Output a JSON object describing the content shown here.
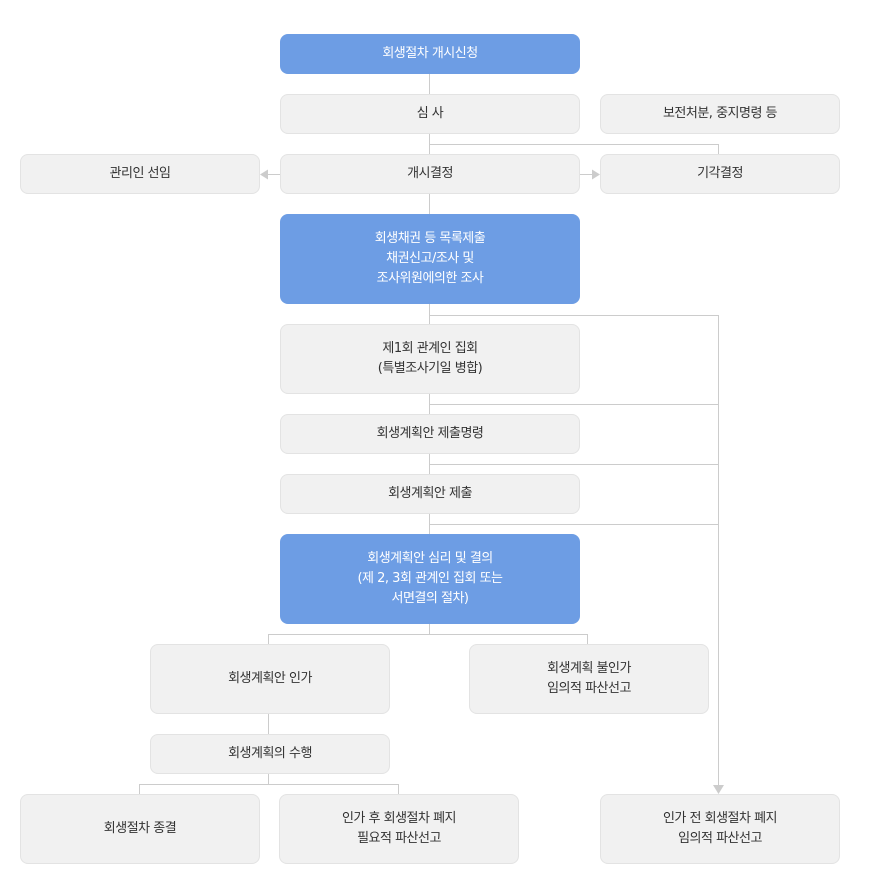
{
  "colors": {
    "primary_box": "#6d9de4",
    "secondary_box": "#f1f1f1",
    "connector": "#cccccc"
  },
  "nodes": {
    "filing": [
      "회생절차 개시신청"
    ],
    "review": [
      "심 사"
    ],
    "preservation": [
      "보전처분, 중지명령 등"
    ],
    "commencement": [
      "개시결정"
    ],
    "administrator": [
      "관리인 선임"
    ],
    "dismissal": [
      "기각결정"
    ],
    "claims": [
      "회생채권 등 목록제출",
      "채권신고/조사 및",
      "조사위원에의한 조사"
    ],
    "first_meeting": [
      "제1회 관계인 집회",
      "(특별조사기일 병합)"
    ],
    "plan_order": [
      "회생계획안 제출명령"
    ],
    "plan_submit": [
      "회생계획안 제출"
    ],
    "plan_hearing": [
      "회생계획안 심리 및 결의",
      "(제 2, 3회 관계인 집회 또는",
      "서면결의 절차)"
    ],
    "approval": [
      "회생계획안 인가"
    ],
    "disapproval": [
      "회생계획 불인가",
      "임의적 파산선고"
    ],
    "execution": [
      "회생계획의 수행"
    ],
    "termination": [
      "회생절차 종결"
    ],
    "post_abolition": [
      "인가 후 회생절차 폐지",
      "필요적 파산선고"
    ],
    "pre_abolition": [
      "인가 전 회생절차 폐지",
      "임의적 파산선고"
    ]
  }
}
